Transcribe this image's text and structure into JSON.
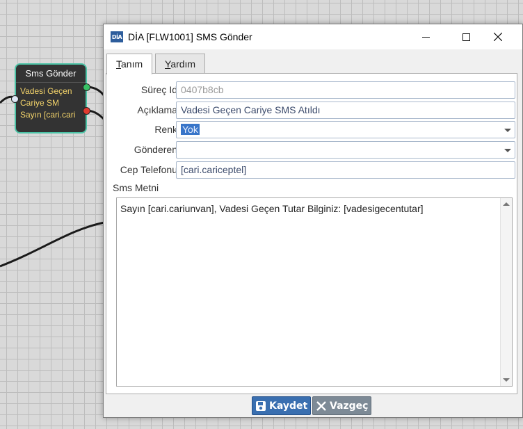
{
  "node": {
    "title": "Sms Gönder",
    "lines": [
      "Vadesi Geçen",
      "Cariye SM",
      "Sayın [cari.cari"
    ]
  },
  "window": {
    "title": "DİA [FLW1001] SMS Gönder",
    "app_icon_text": "DİA",
    "tabs": [
      {
        "label_prefix": "",
        "label_underlined": "T",
        "label_rest": "anım"
      },
      {
        "label_prefix": "",
        "label_underlined": "Y",
        "label_rest": "ardım"
      }
    ]
  },
  "form": {
    "surec_id": {
      "label": "Süreç Id",
      "value": "0407b8cb"
    },
    "aciklama": {
      "label": "Açıklama",
      "value": "Vadesi Geçen Cariye SMS Atıldı"
    },
    "renk": {
      "label": "Renk",
      "value": "Yok"
    },
    "gonderen": {
      "label": "Gönderen",
      "value": ""
    },
    "cep_telefonu": {
      "label": "Cep Telefonu",
      "value": "[cari.cariceptel]"
    },
    "sms_metni": {
      "label": "Sms Metni",
      "value": "Sayın [cari.cariunvan], Vadesi Geçen Tutar Bilginiz: [vadesigecentutar]"
    }
  },
  "buttons": {
    "save": "Kaydet",
    "cancel": "Vazgeç"
  },
  "colors": {
    "node_border": "#4bc3a6",
    "node_text": "#f3d36a",
    "port_ok": "#38c266",
    "port_error": "#e03a2f",
    "save_button": "#3a6fb0",
    "cancel_button": "#7d8a96",
    "selection": "#3875c9"
  },
  "icons": {
    "save": "floppy-disk-icon",
    "cancel": "x-icon",
    "minimize": "minimize-icon",
    "maximize": "maximize-icon",
    "close": "close-icon"
  }
}
